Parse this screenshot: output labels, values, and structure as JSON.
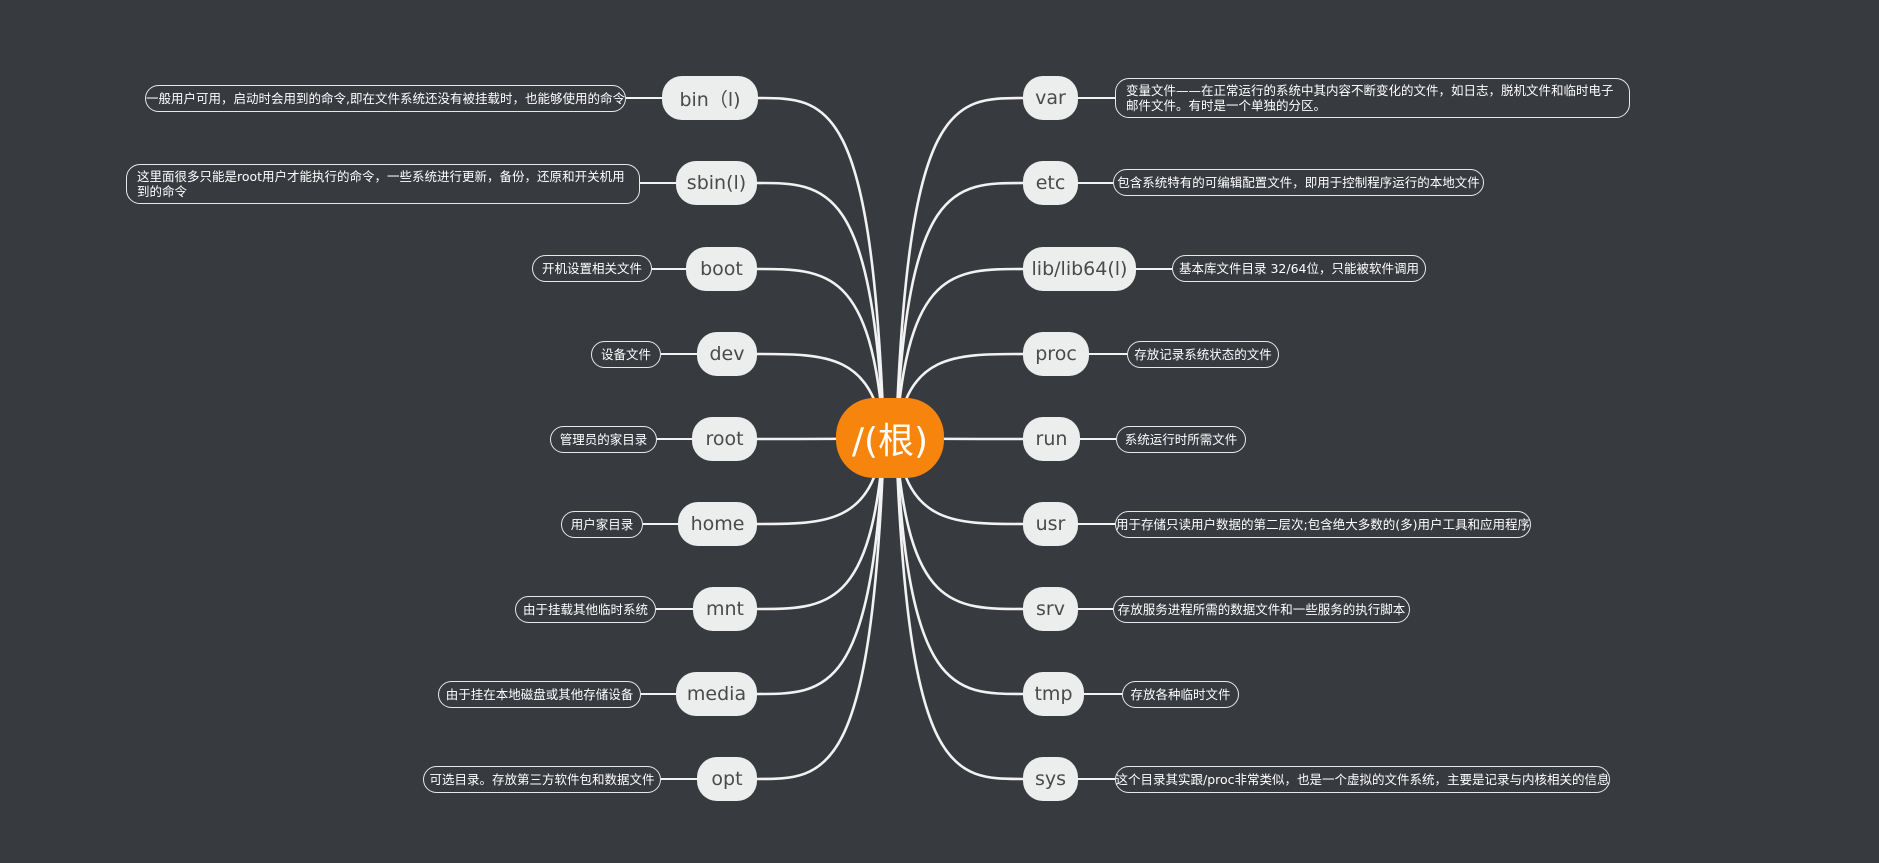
{
  "root": {
    "label": "/(根)"
  },
  "left": [
    {
      "dir": "bin（l)",
      "desc": "一般用户可用，启动时会用到的命令,即在文件系统还没有被挂载时，也能够使用的命令"
    },
    {
      "dir": "sbin(l)",
      "desc": "这里面很多只能是root用户才能执行的命令，一些系统进行更新，备份，还原和开关机用到的命令"
    },
    {
      "dir": "boot",
      "desc": "开机设置相关文件"
    },
    {
      "dir": "dev",
      "desc": "设备文件"
    },
    {
      "dir": "root",
      "desc": "管理员的家目录"
    },
    {
      "dir": "home",
      "desc": "用户家目录"
    },
    {
      "dir": "mnt",
      "desc": "由于挂载其他临时系统"
    },
    {
      "dir": "media",
      "desc": "由于挂在本地磁盘或其他存储设备"
    },
    {
      "dir": "opt",
      "desc": "可选目录。存放第三方软件包和数据文件"
    }
  ],
  "right": [
    {
      "dir": "var",
      "desc": "变量文件——在正常运行的系统中其内容不断变化的文件，如日志，脱机文件和临时电子邮件文件。有时是一个单独的分区。"
    },
    {
      "dir": "etc",
      "desc": "包含系统特有的可编辑配置文件，即用于控制程序运行的本地文件"
    },
    {
      "dir": "lib/lib64(l)",
      "desc": "基本库文件目录  32/64位，只能被软件调用"
    },
    {
      "dir": "proc",
      "desc": "存放记录系统状态的文件"
    },
    {
      "dir": "run",
      "desc": "系统运行时所需文件"
    },
    {
      "dir": "usr",
      "desc": "用于存储只读用户数据的第二层次;包含绝大多数的(多)用户工具和应用程序"
    },
    {
      "dir": "srv",
      "desc": "存放服务进程所需的数据文件和一些服务的执行脚本"
    },
    {
      "dir": "tmp",
      "desc": "存放各种临时文件"
    },
    {
      "dir": "sys",
      "desc": "这个目录其实跟/proc非常类似，也是一个虚拟的文件系统，主要是记录与内核相关的信息"
    }
  ],
  "colors": {
    "background": "#373a3f",
    "root_fill": "#f7840d",
    "node_fill": "#eceded",
    "line": "#f2f2f2"
  }
}
